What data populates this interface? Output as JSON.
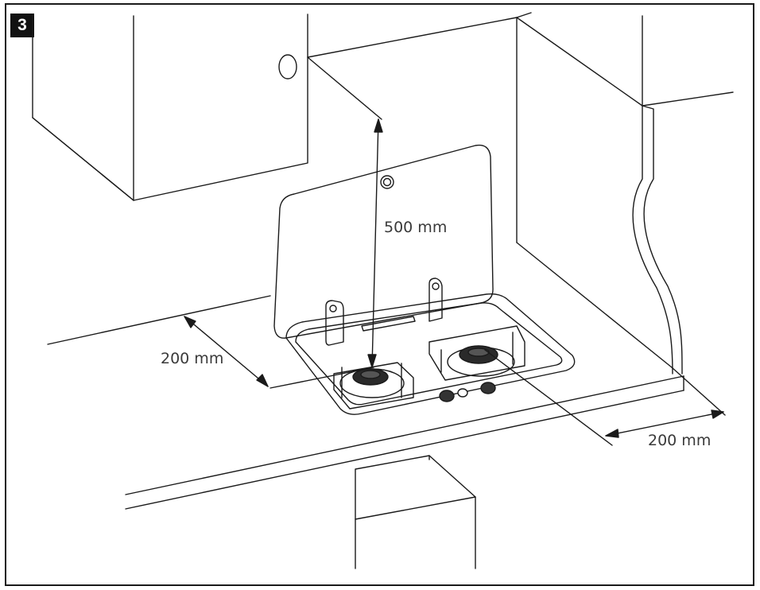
{
  "step_number": "3",
  "dimensions": {
    "height_clearance": "500 mm",
    "side_clearance_left": "200 mm",
    "side_clearance_right": "200 mm"
  }
}
